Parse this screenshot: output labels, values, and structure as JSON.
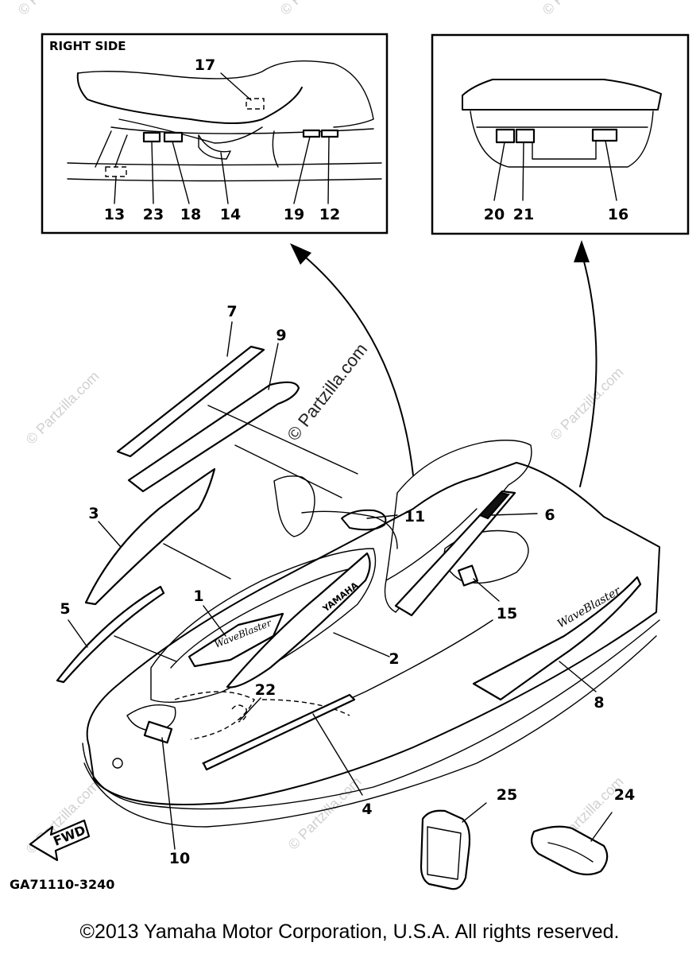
{
  "inset_right_side": {
    "title": "RIGHT SIDE"
  },
  "callouts": {
    "c1": "1",
    "c2": "2",
    "c3": "3",
    "c4": "4",
    "c5": "5",
    "c6": "6",
    "c7": "7",
    "c8": "8",
    "c9": "9",
    "c10": "10",
    "c11": "11",
    "c12": "12",
    "c13": "13",
    "c14": "14",
    "c15": "15",
    "c16": "16",
    "c17": "17",
    "c18": "18",
    "c19": "19",
    "c20": "20",
    "c21": "21",
    "c22": "22",
    "c23": "23",
    "c24": "24",
    "c25": "25"
  },
  "fwd_label": "FWD",
  "diagram_code": "GA71110-3240",
  "watermark": "© Partzilla.com",
  "copyright": "©2013 Yamaha Motor Corporation, U.S.A. All rights reserved."
}
